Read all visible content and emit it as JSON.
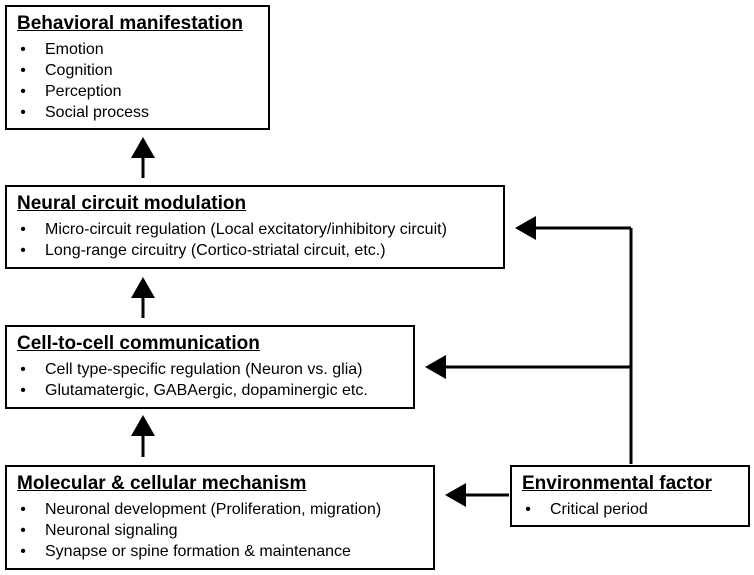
{
  "behavior": {
    "title": "Behavioral manifestation",
    "items": [
      "Emotion",
      "Cognition",
      "Perception",
      "Social process"
    ]
  },
  "circuit": {
    "title": "Neural circuit modulation",
    "items": [
      "Micro-circuit regulation (Local excitatory/inhibitory circuit)",
      "Long-range circuitry (Cortico-striatal circuit, etc.)"
    ]
  },
  "cell": {
    "title": "Cell-to-cell communication",
    "items": [
      "Cell type-specific regulation (Neuron vs. glia)",
      "Glutamatergic, GABAergic, dopaminergic etc."
    ]
  },
  "molecular": {
    "title": "Molecular & cellular mechanism",
    "items": [
      "Neuronal development (Proliferation, migration)",
      "Neuronal signaling",
      "Synapse or spine formation & maintenance"
    ]
  },
  "environment": {
    "title": "Environmental factor",
    "items": [
      "Critical period"
    ]
  },
  "bullet_char": "•"
}
